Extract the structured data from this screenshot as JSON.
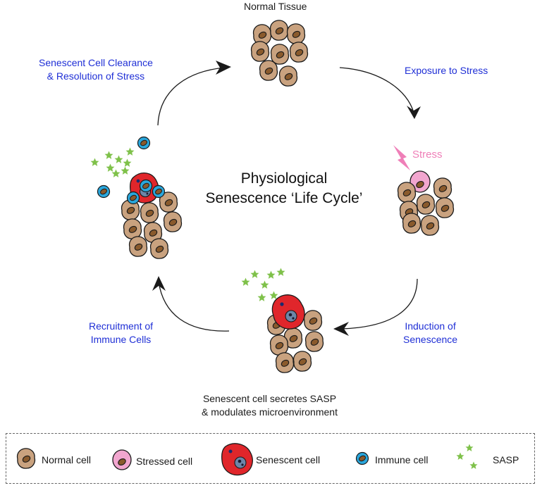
{
  "title": "Physiological",
  "title_line2": "Senescence ‘Life Cycle’",
  "stages": {
    "top": "Normal Tissue",
    "bottom_line1": "Senescent cell secretes SASP",
    "bottom_line2": "& modulates microenvironment"
  },
  "transitions": {
    "exposure": "Exposure to Stress",
    "induction_line1": "Induction of",
    "induction_line2": "Senescence",
    "recruitment_line1": "Recruitment of",
    "recruitment_line2": "Immune Cells",
    "clearance_line1": "Senescent Cell Clearance",
    "clearance_line2": "& Resolution of Stress"
  },
  "stress_label": "Stress",
  "legend": {
    "normal": "Normal cell",
    "stressed": "Stressed cell",
    "senescent": "Senescent cell",
    "immune": "Immune cell",
    "sasp": "SASP"
  },
  "colors": {
    "normal_cell": "#c9a27f",
    "normal_nucleus": "#8a5a2c",
    "stressed_cell": "#f2a6cf",
    "senescent_cell": "#e0262b",
    "immune_cell": "#2aa7dc",
    "sasp": "#7fc14a",
    "label_blue": "#1f2fd6",
    "stress_pink": "#ef7fb8"
  }
}
